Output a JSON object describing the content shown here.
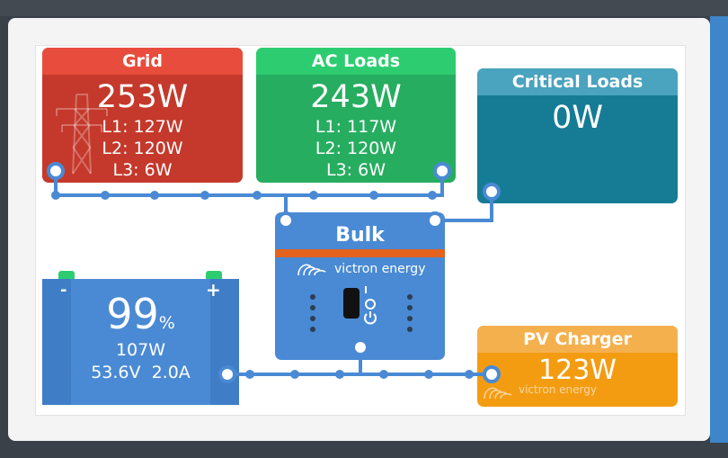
{
  "grid": {
    "title": "Grid",
    "power": "253W",
    "l1": "L1: 127W",
    "l2": "L2: 120W",
    "l3": "L3: 6W"
  },
  "ac_loads": {
    "title": "AC Loads",
    "power": "243W",
    "l1": "L1: 117W",
    "l2": "L2: 120W",
    "l3": "L3: 6W"
  },
  "critical_loads": {
    "title": "Critical Loads",
    "power": "0W"
  },
  "inverter": {
    "state": "Bulk",
    "brand": "victron energy"
  },
  "battery": {
    "minus": "-",
    "plus": "+",
    "soc": "99",
    "soc_unit": "%",
    "power": "107W",
    "voltage": "53.6V",
    "current": "2.0A"
  },
  "pv_charger": {
    "title": "PV Charger",
    "power": "123W",
    "brand": "victron energy"
  },
  "colors": {
    "grid": "#e74c3c",
    "ac_loads": "#2ecc71",
    "critical": "#167c96",
    "inverter": "#4a8ad4",
    "pv": "#f39c12",
    "accent": "#e5621f"
  },
  "icons": [
    "transmission-tower-icon",
    "victron-logo-icon",
    "power-icon"
  ]
}
